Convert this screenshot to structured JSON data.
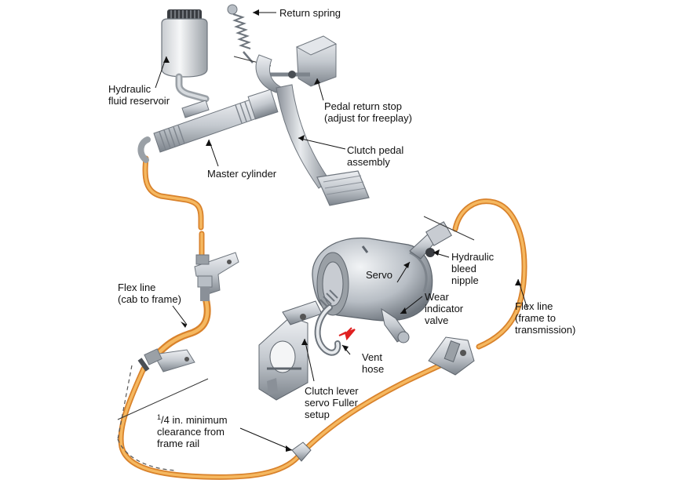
{
  "labels": {
    "return_spring": "Return spring",
    "reservoir": [
      "Hydraulic",
      "fluid reservoir"
    ],
    "pedal_stop": [
      "Pedal return stop",
      "(adjust for freeplay)"
    ],
    "clutch_pedal": [
      "Clutch pedal",
      "assembly"
    ],
    "master_cylinder": "Master cylinder",
    "servo": "Servo",
    "bleed_nipple": [
      "Hydraulic",
      "bleed",
      "nipple"
    ],
    "flex_line_cab": [
      "Flex line",
      "(cab to frame)"
    ],
    "wear_valve": [
      "Wear",
      "indicator",
      "valve"
    ],
    "flex_line_trans": [
      "Flex line",
      "(frame to",
      "transmission)"
    ],
    "vent_hose": [
      "Vent",
      "hose"
    ],
    "clutch_lever": [
      "Clutch lever",
      "servo Fuller",
      "setup"
    ],
    "clearance_frac_num": "1",
    "clearance_frac_den": "/4",
    "clearance": [
      " in. minimum",
      "clearance from",
      "frame rail"
    ]
  },
  "colors": {
    "line": "#f0a040",
    "line_dark": "#d9822b",
    "metal": "#c8ccd2",
    "metal_dark": "#8a9098",
    "arrow": "#e02020"
  }
}
